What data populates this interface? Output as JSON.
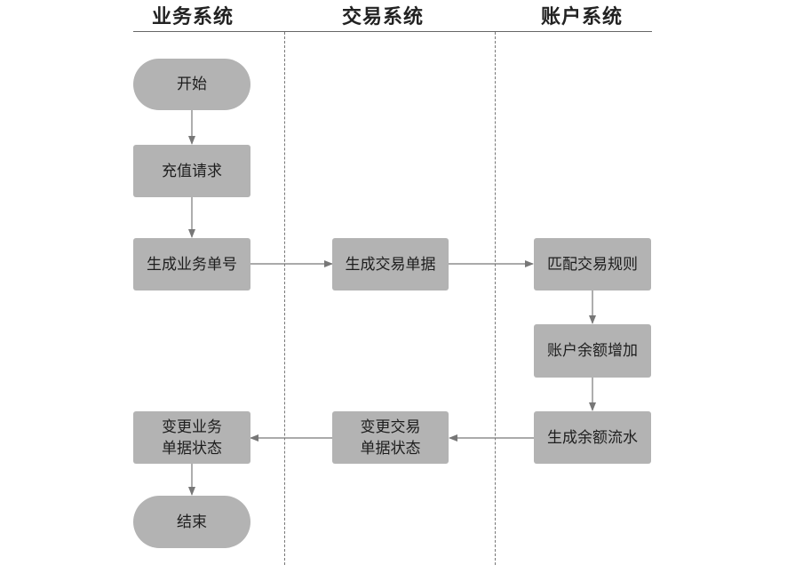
{
  "lanes": {
    "business": "业务系统",
    "trade": "交易系统",
    "account": "账户系统"
  },
  "nodes": {
    "start": "开始",
    "recharge": "充值请求",
    "gen_business_no": "生成业务单号",
    "change_business_status": "变更业务\n单据状态",
    "end": "结束",
    "gen_trade_doc": "生成交易单据",
    "change_trade_status": "变更交易\n单据状态",
    "match_rule": "匹配交易规则",
    "balance_increase": "账户余额增加",
    "gen_balance_flow": "生成余额流水"
  },
  "colors": {
    "node_fill": "#b3b3b3",
    "arrow": "#777777",
    "divider": "#777777"
  }
}
